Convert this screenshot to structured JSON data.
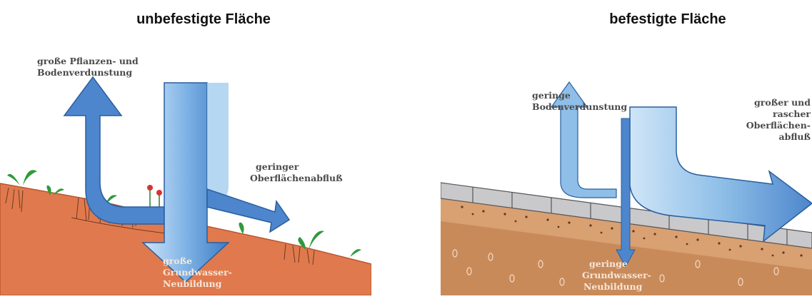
{
  "titles": {
    "left": "unbefestigte Fläche",
    "right": "befestigte Fläche"
  },
  "left_panel": {
    "evaporation": [
      "große Pflanzen- und",
      "Bodenverdunstung"
    ],
    "runoff": [
      "geringer",
      "Oberflächenabfluß"
    ],
    "groundwater": [
      "große",
      "Grundwasser-",
      "Neubildung"
    ]
  },
  "right_panel": {
    "evaporation": [
      "geringe",
      "Bodenverdunstung"
    ],
    "runoff": [
      "großer und",
      "rascher",
      "Oberflächen-",
      "abfluß"
    ],
    "groundwater": [
      "geringe",
      "Grundwasser-",
      "Neubildung"
    ]
  },
  "colors": {
    "soil": "#e07a4e",
    "water": "#4d86cc",
    "water_light": "#8fbfe8",
    "pavement": "#c9c9cc",
    "gravel_soil": "#c98a5a",
    "plant": "#2e9a3a"
  }
}
